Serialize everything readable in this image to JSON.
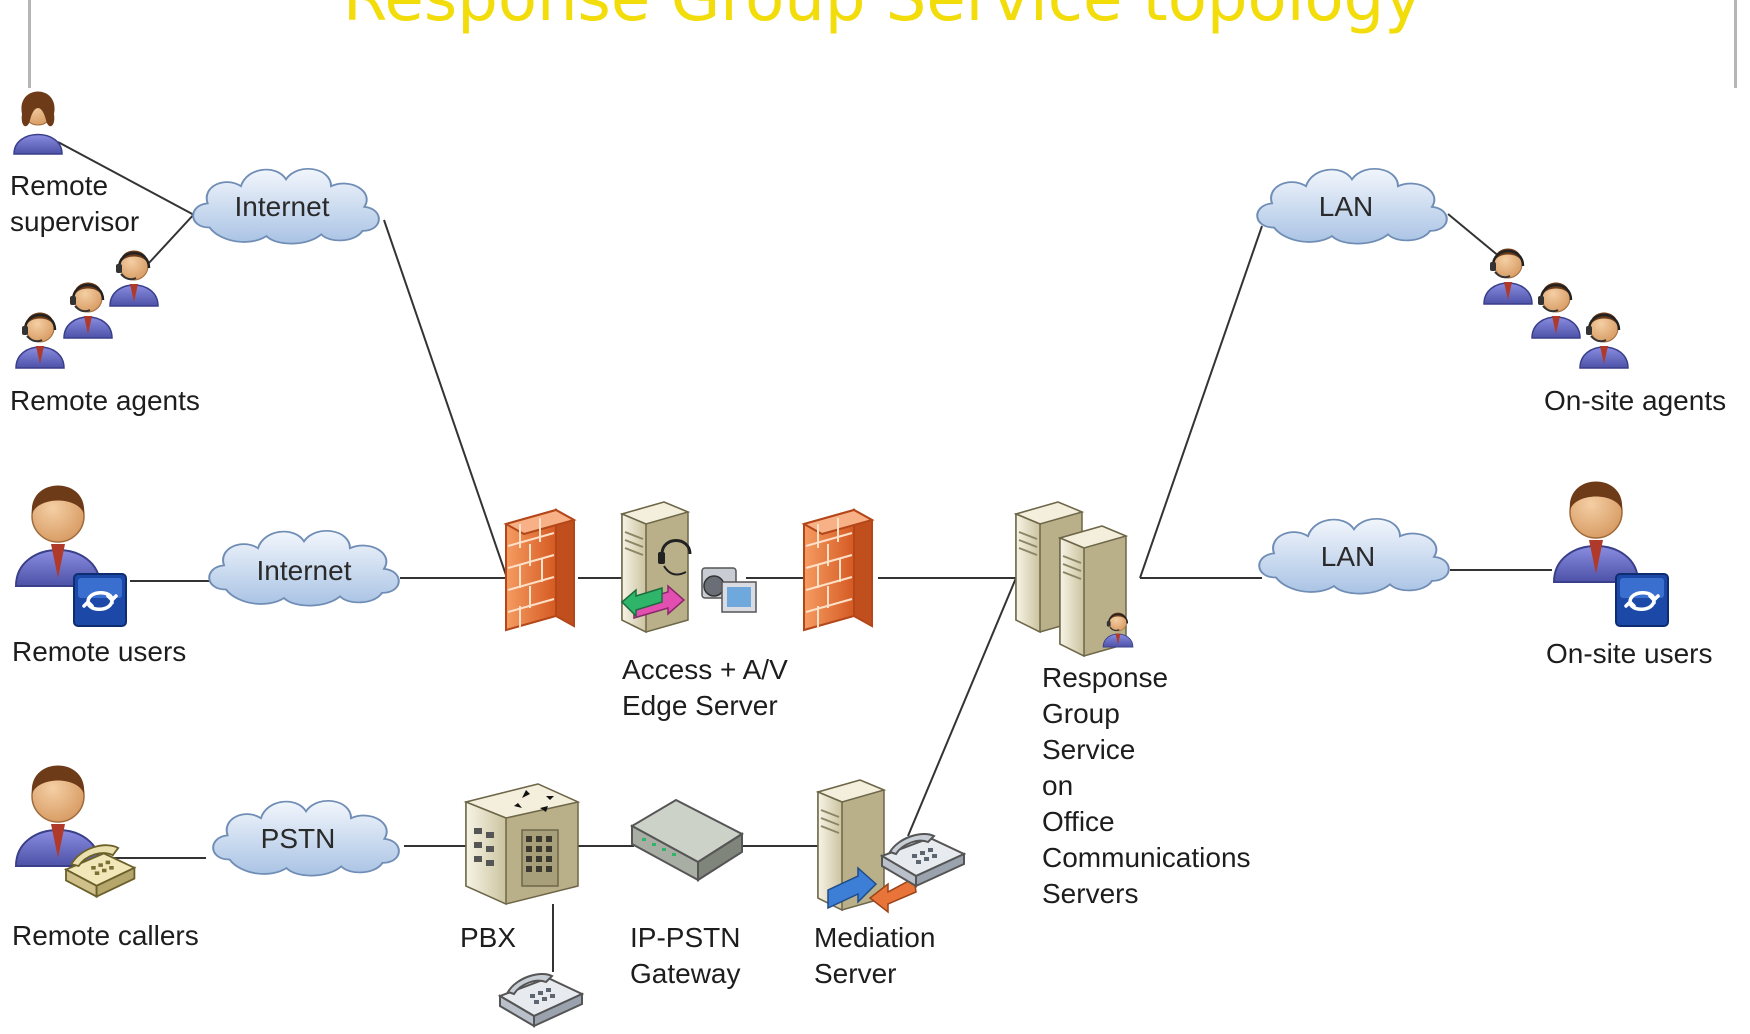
{
  "header": {
    "title": "Response Group Service topology"
  },
  "clouds": {
    "internet_top": "Internet",
    "internet_mid": "Internet",
    "pstn": "PSTN",
    "lan_top": "LAN",
    "lan_mid": "LAN"
  },
  "nodes": {
    "remote_supervisor": "Remote\nsupervisor",
    "remote_agents": "Remote agents",
    "remote_users": "Remote users",
    "remote_callers": "Remote callers",
    "edge_server": "Access + A/V\nEdge Server",
    "pbx": "PBX",
    "gateway": "IP-PSTN\nGateway",
    "mediation": "Mediation\nServer",
    "response_group": "Response\nGroup\nService\non\nOffice\nCommunications\nServers",
    "onsite_agents": "On-site agents",
    "onsite_users": "On-site users"
  },
  "colors": {
    "title": "#f2dc0a",
    "line": "#333333",
    "firewall": "#e9743a",
    "cloud": "#c7d9ef",
    "person_shirt": "#6b6fc2",
    "server": "#e8e2c6"
  }
}
